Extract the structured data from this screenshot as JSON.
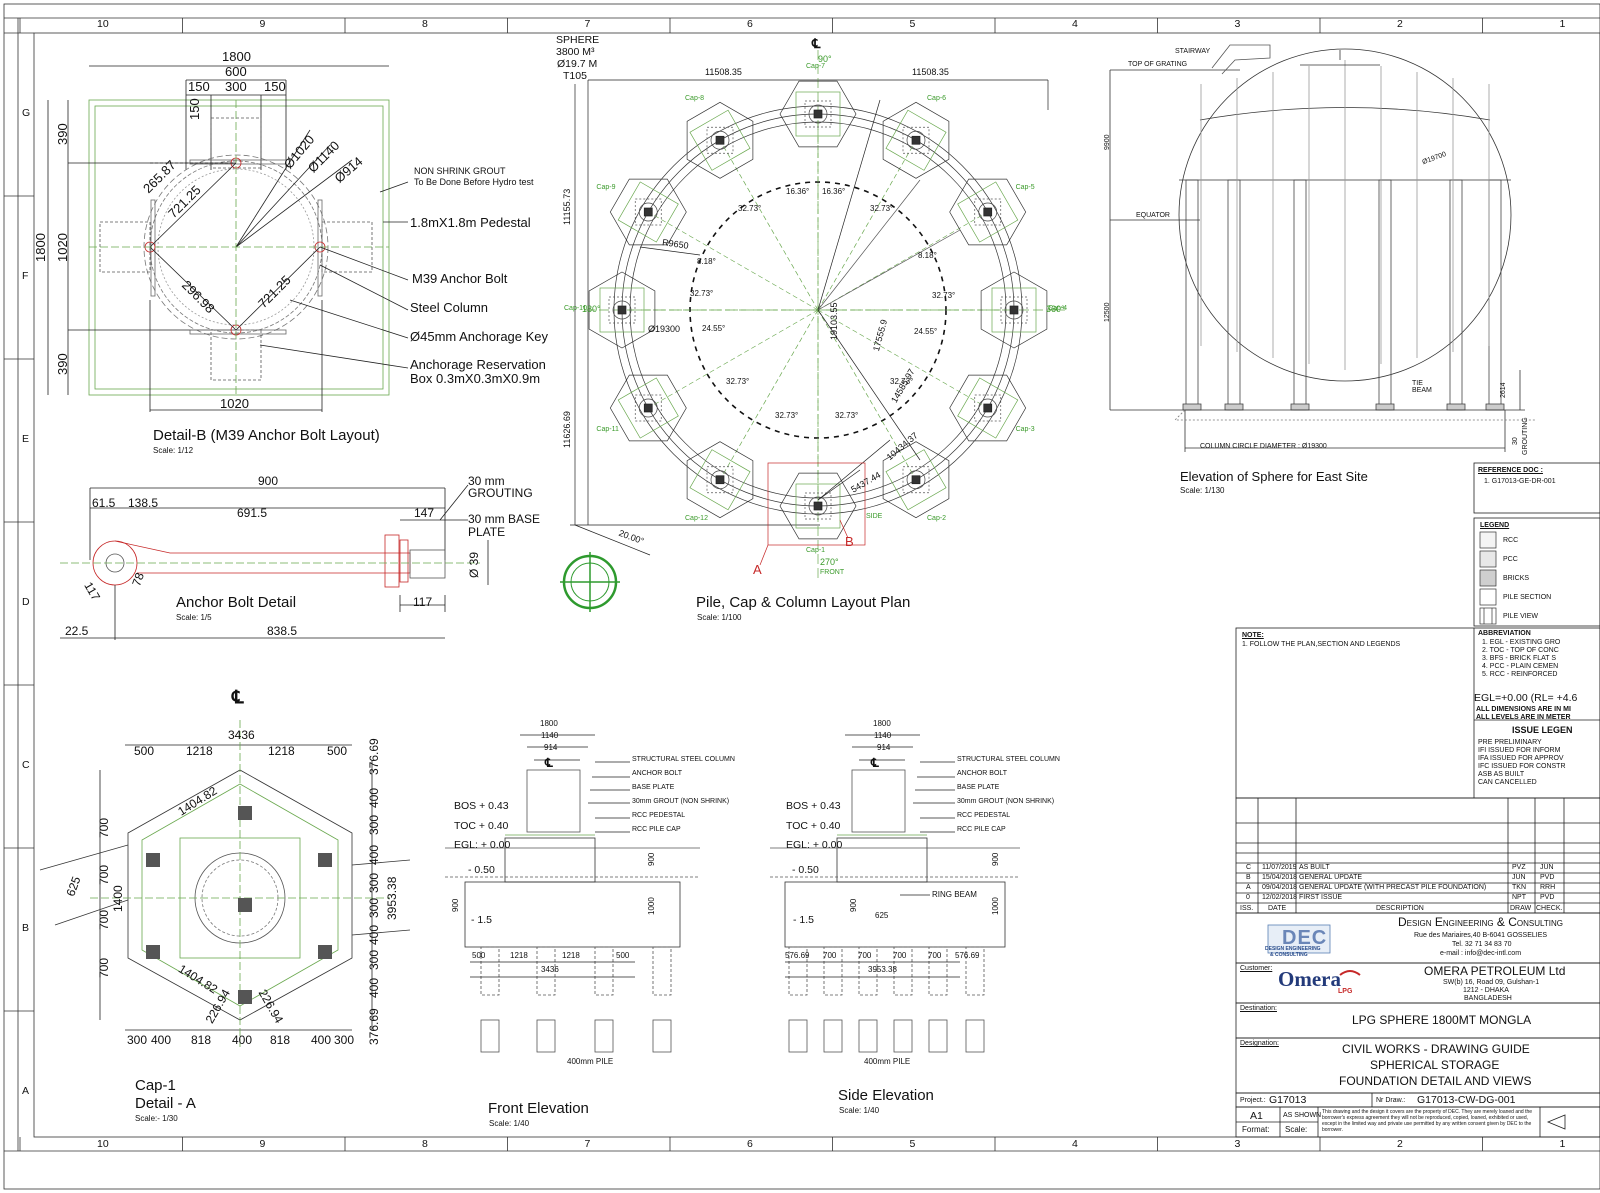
{
  "grid": {
    "columns": [
      "10",
      "9",
      "8",
      "7",
      "6",
      "5",
      "4",
      "3",
      "2",
      "1"
    ],
    "rows": [
      "G",
      "F",
      "E",
      "D",
      "C",
      "B",
      "A"
    ]
  },
  "detail_b": {
    "title": "Detail-B (M39 Anchor Bolt Layout)",
    "scale": "Scale: 1/12",
    "dims": {
      "top_1800": "1800",
      "top_600": "600",
      "d150a": "150",
      "d300": "300",
      "d150b": "150",
      "v150": "150",
      "left_1800": "1800",
      "left_390a": "390",
      "left_1020": "1020",
      "left_390b": "390",
      "bottom_1020": "1020",
      "d265": "265.87",
      "d721a": "721.25",
      "d721b": "721.25",
      "d296": "296.98",
      "dia1020": "Ø1020",
      "dia1140": "Ø1140",
      "dia914": "Ø914"
    },
    "notes": [
      "NON SHRINK GROUT",
      "To Be Done Before Hydro test",
      "1.8mX1.8m Pedestal",
      "M39 Anchor Bolt",
      "Steel Column",
      "Ø45mm Anchorage Key",
      "Anchorage Reservation",
      "Box 0.3mX0.3mX0.9m"
    ]
  },
  "sphere_info": [
    "SPHERE",
    "3800 M³",
    "Ø19.7 M",
    "T105"
  ],
  "layout_plan": {
    "title": "Pile, Cap & Column Layout Plan",
    "scale": "Scale: 1/100",
    "dims": {
      "h_left": "11508.35",
      "h_right": "11508.35",
      "v_top": "11155.73",
      "v_bottom": "11626.69",
      "r9650": "R9650",
      "d19300": "Ø19300",
      "d19103": "19103.55",
      "d17555": "17555.9",
      "d14585": "14585.97",
      "d10434": "10434.37",
      "d5437": "5437.44",
      "a20": "20.00°"
    },
    "angles": [
      "16.36°",
      "16.36°",
      "32.73°",
      "32.73°",
      "32.73°",
      "32.73°",
      "8.18°",
      "8.18°",
      "24.55°",
      "24.55°",
      "32.73°",
      "32.73°",
      "32.73°",
      "32.73°"
    ],
    "compass": {
      "top": "90°",
      "left": "180°",
      "right": "360°",
      "bottom": "270°",
      "front": "FRONT",
      "side": "SIDE",
      "cl": "℄"
    },
    "caps": [
      "Cap-1",
      "Cap-2",
      "Cap-3",
      "Cap-4",
      "Cap-5",
      "Cap-6",
      "Cap-7",
      "Cap-8",
      "Cap-9",
      "Cap-10",
      "Cap-11",
      "Cap-12"
    ],
    "marks": {
      "a": "A",
      "b": "B"
    }
  },
  "elevation": {
    "title": "Elevation of Sphere for East Site",
    "scale": "Scale: 1/130",
    "labels": {
      "stairway": "STAIRWAY",
      "grating": "TOP OF GRATING",
      "equator": "EQUATOR",
      "tie": "TIE",
      "beam": "BEAM",
      "colcircle": "COLUMN CIRCLE DIAMETER : Ø19300",
      "dia": "Ø19700",
      "h9900": "9900",
      "h12500": "12500",
      "h2614": "2614",
      "g30": "30",
      "grouting": "GROUTING"
    }
  },
  "anchor_bolt": {
    "title": "Anchor Bolt Detail",
    "scale": "Scale: 1/5",
    "dims": {
      "d900": "900",
      "d61": "61.5",
      "d138": "138.5",
      "d691": "691.5",
      "d147": "147",
      "d78": "78",
      "d117a": "117",
      "d117b": "117",
      "d22": "22.5",
      "d838": "838.5",
      "dia39": "Ø 39"
    },
    "notes": [
      "30 mm",
      "GROUTING",
      "30 mm BASE",
      "PLATE"
    ]
  },
  "cap1": {
    "cl": "℄",
    "title_1": "Cap-1",
    "title_2": "Detail - A",
    "scale": "Scale:- 1/30",
    "dims": {
      "top": "3436",
      "t500a": "500",
      "t1218a": "1218",
      "t1218b": "1218",
      "t500b": "500",
      "l700a": "700",
      "l700b": "700",
      "l1400": "1400",
      "l700c": "700",
      "l700d": "700",
      "l625": "625",
      "r376a": "376.69",
      "r400a": "400",
      "r300a": "300",
      "r400b": "400",
      "r300b": "300",
      "r3953": "3953.38",
      "r300c": "300",
      "r400c": "400",
      "r300d": "300",
      "r400d": "400",
      "r376b": "376.69",
      "d1404a": "1404.82",
      "d1404b": "1404.82",
      "d226a": "226.94",
      "d226b": "226.94",
      "b300a": "300",
      "b400a": "400",
      "b818a": "818",
      "b400b": "400",
      "b818b": "818",
      "b400c": "400",
      "b300b": "300"
    }
  },
  "front_elev": {
    "title": "Front Elevation",
    "scale": "Scale: 1/40",
    "dims": {
      "d1800": "1800",
      "d1140": "1140",
      "d914": "914",
      "bos": "BOS + 0.43",
      "toc": "TOC + 0.40",
      "egl": "EGL: + 0.00",
      "m050": "- 0.50",
      "m15": "- 1.5",
      "h900a": "900",
      "h900b": "900",
      "h1000": "1000",
      "b500a": "500",
      "b1218a": "1218",
      "b1218b": "1218",
      "b500b": "500",
      "b3436": "3436",
      "pile": "400mm PILE",
      "cl": "℄"
    },
    "notes": [
      "STRUCTURAL STEEL COLUMN",
      "ANCHOR BOLT",
      "BASE PLATE",
      "30mm GROUT (NON SHRINK)",
      "RCC PEDESTAL",
      "RCC PILE CAP"
    ]
  },
  "side_elev": {
    "title": "Side Elevation",
    "scale": "Scale: 1/40",
    "dims": {
      "d1800": "1800",
      "d1140": "1140",
      "d914": "914",
      "bos": "BOS + 0.43",
      "toc": "TOC + 0.40",
      "egl": "EGL: + 0.00",
      "m050": "- 0.50",
      "m15": "- 1.5",
      "h900a": "900",
      "h900b": "900",
      "h1000": "1000",
      "d625": "625",
      "b576a": "576.69",
      "b700a": "700",
      "b700b": "700",
      "b700c": "700",
      "b700d": "700",
      "b576b": "576.69",
      "b3953": "3953.38",
      "pile": "400mm PILE",
      "ring": "RING BEAM",
      "cl": "℄"
    },
    "notes": [
      "STRUCTURAL STEEL COLUMN",
      "ANCHOR BOLT",
      "BASE PLATE",
      "30mm GROUT (NON SHRINK)",
      "RCC PEDESTAL",
      "RCC PILE CAP"
    ]
  },
  "reference": {
    "head": "REFERENCE DOC :",
    "item": "1.   G17013-GE-DR-001"
  },
  "legend": {
    "head": "LEGEND",
    "items": [
      "RCC",
      "PCC",
      "BRICKS",
      "PILE SECTION",
      "PILE VIEW"
    ]
  },
  "abbrev": {
    "head": "ABBREVIATION",
    "items": [
      "1.   EGL  - EXISTING GRO",
      "2.   TOC  - TOP OF CONC",
      "3.   BFS  - BRICK FLAT S",
      "4.   PCC  - PLAIN CEMEN",
      "5.   RCC  - REINFORCED"
    ]
  },
  "egl_note": "EGL=+0.00 (RL= +4.6",
  "dims_note_1": "ALL DIMENSIONS ARE IN MI",
  "dims_note_2": "ALL LEVELS ARE IN METER",
  "issue_legend": {
    "head": "ISSUE LEGEN",
    "items": [
      "PRE  PRELIMINARY",
      "IFI    ISSUED FOR INFORM",
      "IFA   ISSUED FOR APPROV",
      "IFC   ISSUED FOR CONSTR",
      "ASB  AS BUILT",
      "CAN  CANCELLED"
    ]
  },
  "note": {
    "head": "NOTE:",
    "item": "1.    FOLLOW THE PLAN,SECTION AND LEGENDS"
  },
  "revisions": [
    {
      "iss": "C",
      "date": "11/07/2019",
      "desc": "AS BUILT",
      "draw": "PVZ",
      "check": "JUN"
    },
    {
      "iss": "B",
      "date": "15/04/2018",
      "desc": "GENERAL UPDATE",
      "draw": "JUN",
      "check": "PVD"
    },
    {
      "iss": "A",
      "date": "09/04/2018",
      "desc": "GENERAL UPDATE (WITH PRECAST PILE FOUNDATION)",
      "draw": "TKN",
      "check": "RRH"
    },
    {
      "iss": "0",
      "date": "12/02/2018",
      "desc": "FIRST ISSUE",
      "draw": "NPT",
      "check": "PVD"
    }
  ],
  "rev_header": {
    "iss": "ISS.",
    "date": "DATE",
    "desc": "DESCRIPTION",
    "draw": "DRAW",
    "check": "CHECK."
  },
  "company": {
    "name": "Design Engineering & Consulting",
    "addr1": "Rue des Mariaires,40  B-6041 GOSSELIES",
    "addr2": "Tel. 32 71 34 83 70",
    "addr3": "e-mail : info@dec-intl.com",
    "logo": "DEC",
    "logo_sub1": "DESIGN ENGINEERING",
    "logo_sub2": "& CONSULTING"
  },
  "customer": {
    "label": "Customer:",
    "name": "OMERA PETROLEUM Ltd",
    "addr1": "SW(b) 16, Road 09, Gulshan-1",
    "addr2": "1212 - DHAKA",
    "addr3": "BANGLADESH",
    "logo": "Omera",
    "logo_sub": "LPG"
  },
  "destination": {
    "label": "Destination:",
    "value": "LPG SPHERE 1800MT MONGLA"
  },
  "designation": {
    "label": "Designation:",
    "line1": "CIVIL WORKS - DRAWING GUIDE",
    "line2": "SPHERICAL STORAGE",
    "line3": "FOUNDATION DETAIL AND VIEWS"
  },
  "project": {
    "label": "Project.:",
    "value": "G17013",
    "nr_label": "Nr Draw.:",
    "nr_value": "G17013-CW-DG-001"
  },
  "format": {
    "size": "A1",
    "shown": "AS SHOWN",
    "fmt": "Format:",
    "scale": "Scale:"
  },
  "disclaimer": [
    "This drawing and the design it covers are the property of DEC. They are merely loaned and the",
    "borrower's express agreement they will not be reproduced, copied, loaned, exhibited or used,",
    "except in the limited way and private use permitted by any written consent given by DEC to the",
    "borrower."
  ]
}
